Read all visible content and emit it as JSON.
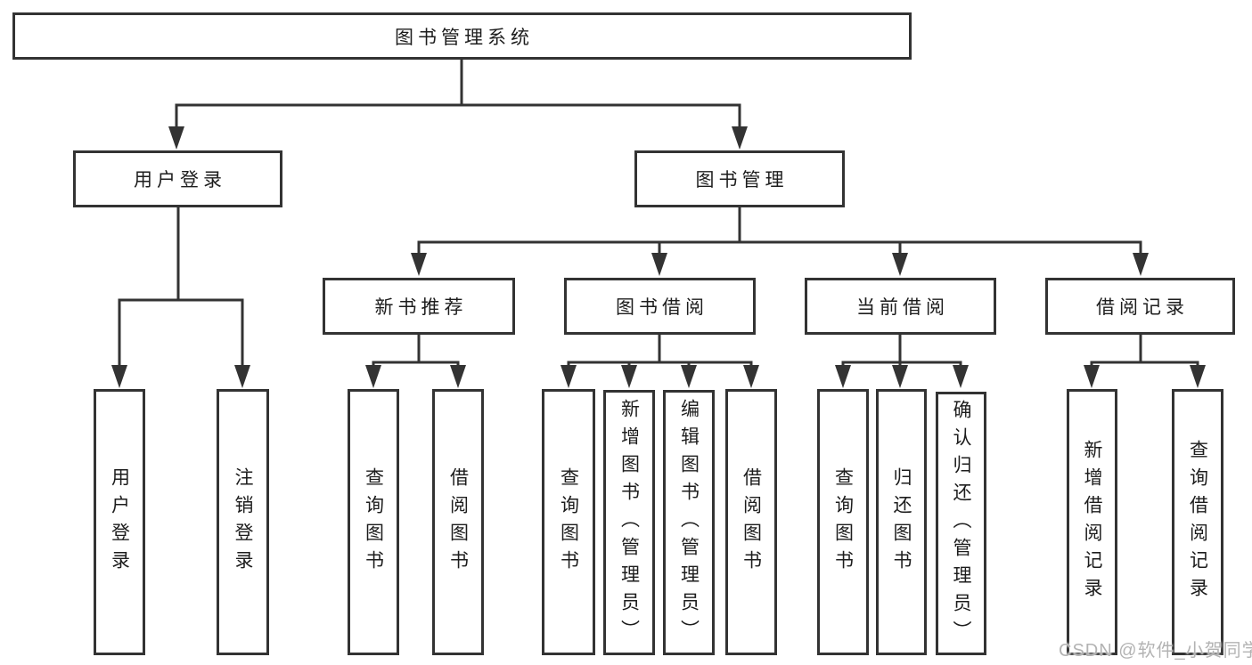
{
  "diagram_title": "图书管理系统",
  "tree": {
    "root": {
      "label": "图书管理系统"
    },
    "branches": [
      {
        "label": "用户登录",
        "children": [
          {
            "label": "用户登录"
          },
          {
            "label": "注销登录"
          }
        ]
      },
      {
        "label": "图书管理",
        "children": [
          {
            "label": "新书推荐",
            "children": [
              {
                "label": "查询图书"
              },
              {
                "label": "借阅图书"
              }
            ]
          },
          {
            "label": "图书借阅",
            "children": [
              {
                "label": "查询图书"
              },
              {
                "label": "新增图书（管理员）"
              },
              {
                "label": "编辑图书（管理员）"
              },
              {
                "label": "借阅图书"
              }
            ]
          },
          {
            "label": "当前借阅",
            "children": [
              {
                "label": "查询图书"
              },
              {
                "label": "归还图书"
              },
              {
                "label": "确认归还（管理员）"
              }
            ]
          },
          {
            "label": "借阅记录",
            "children": [
              {
                "label": "新增借阅记录"
              },
              {
                "label": "查询借阅记录"
              }
            ]
          }
        ]
      }
    ]
  },
  "watermark": {
    "text": "CSDN @软件_小贺同学"
  },
  "colors": {
    "line": "#333333",
    "box_border": "#333333",
    "text": "#1d1d1d",
    "background": "#ffffff",
    "watermark": "#b3b3b3"
  }
}
